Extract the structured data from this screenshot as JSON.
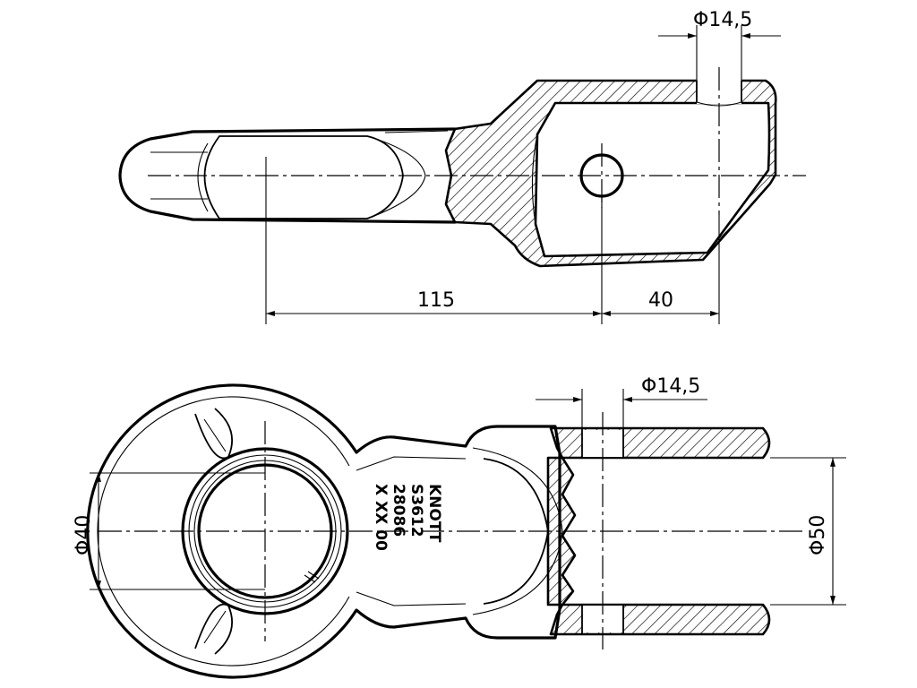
{
  "top_view": {
    "dim_hole_diameter": "Φ14,5",
    "dim_length_main": "115",
    "dim_length_short": "40"
  },
  "bottom_view": {
    "dim_hole_diameter": "Φ14,5",
    "dim_eye_diameter": "Φ40",
    "dim_fork_diameter": "Φ50",
    "marking_lines": [
      "KNOTT",
      "S3612",
      "28086",
      "X XX 00"
    ]
  }
}
